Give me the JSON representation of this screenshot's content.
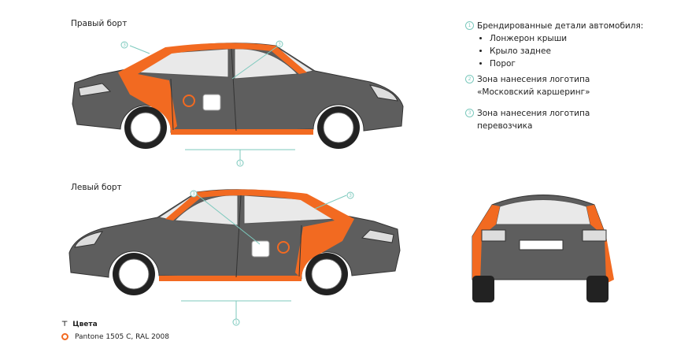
{
  "labels": {
    "right_side": "Правый борт",
    "left_side": "Левый борт"
  },
  "legend": [
    {
      "num": "1",
      "text": "Брендированные детали автомобиля:",
      "items": [
        "Лонжерон крыши",
        "Крыло заднее",
        "Порог"
      ]
    },
    {
      "num": "2",
      "text": "Зона нанесения логотипа",
      "text2": "«Московский каршеринг»"
    },
    {
      "num": "3",
      "text": "Зона нанесения логотипа",
      "text2": "перевозчика"
    }
  ],
  "colors": {
    "title": "Цвета",
    "swatch_label": "Pantone 1505 C, RAL 2008",
    "orange": "#f26a21",
    "body": "#5e5e5e",
    "accent": "#7cc9bd"
  },
  "markers": [
    "1",
    "2",
    "3"
  ]
}
